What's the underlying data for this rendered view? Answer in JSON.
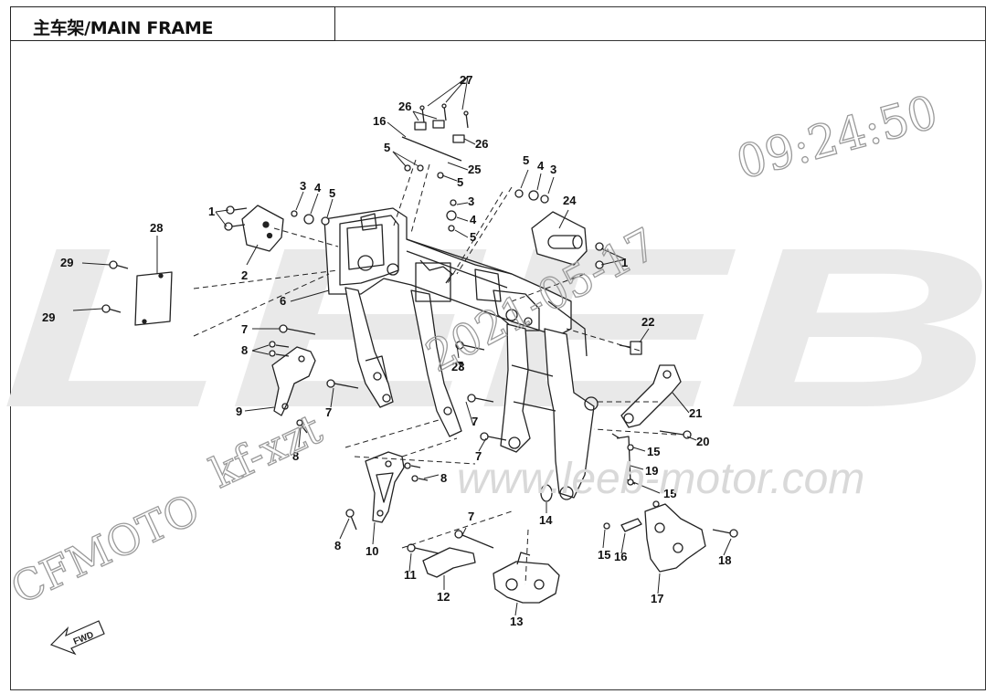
{
  "header": {
    "title": "主车架/MAIN FRAME"
  },
  "watermarks": {
    "brand_big": "LEEB",
    "timestamp": "09:24:50",
    "date": "2021-05-17",
    "user": "kf-xzt",
    "cfmoto": "CFMOTO",
    "url": "www.leeb-motor.com"
  },
  "fwd_label": "FWD",
  "callouts": [
    "1",
    "2",
    "3",
    "4",
    "5",
    "6",
    "7",
    "8",
    "9",
    "10",
    "11",
    "12",
    "13",
    "14",
    "15",
    "16",
    "17",
    "18",
    "19",
    "20",
    "21",
    "22",
    "23",
    "24",
    "25",
    "26",
    "27",
    "28",
    "29"
  ],
  "colors": {
    "line": "#222222",
    "watermark_fill": "#e9e9e9",
    "watermark_stroke": "#9a9a9a"
  }
}
